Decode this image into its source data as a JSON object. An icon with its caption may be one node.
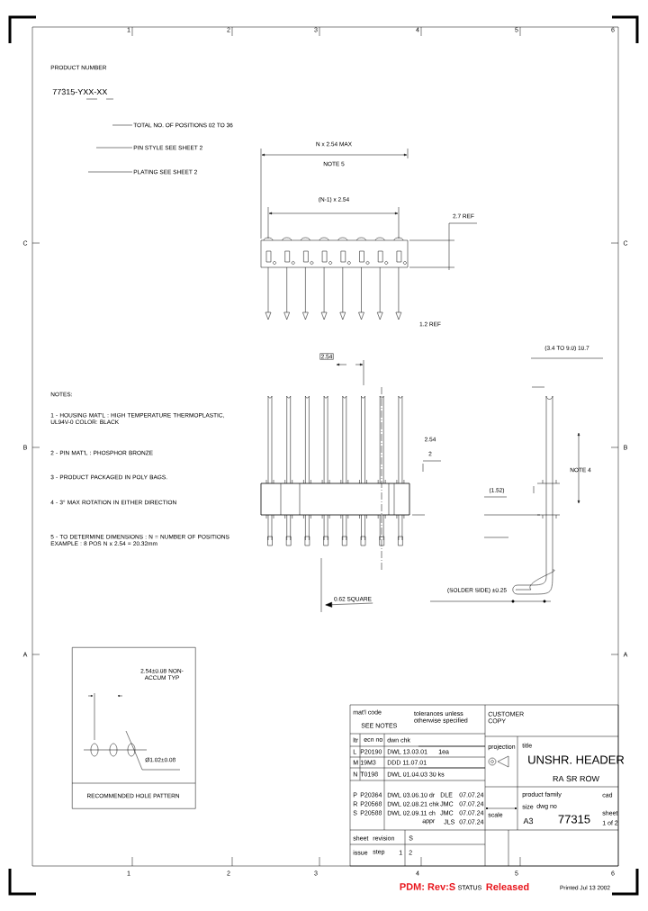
{
  "diagram": {
    "nodes": [
      {
        "text": [
          "2.54±0.08 NON-ACCUM TYP",
          "Ø1.02±0.08",
          "RECOMMENDED HOLE PATTERN"
        ]
      },
      {
        "text": [
          "TOTAL NO. OF POSITIONS 02 TO 36"
        ]
      },
      {
        "text": [
          "PIN STYLE SEE SHEET 2"
        ]
      },
      {
        "text": [
          "PLATING SEE SHEET 2"
        ]
      },
      {
        "text": [
          "0.62 SQUARE"
        ]
      }
    ],
    "edges": [
      {
        "from": 1,
        "to": null,
        "arrow": "none"
      },
      {
        "from": 2,
        "to": null,
        "arrow": "none"
      },
      {
        "from": 3,
        "to": null,
        "arrow": "none"
      },
      {
        "from": 4,
        "to": null,
        "arrow": "to"
      }
    ],
    "labels": [
      "PRODUCT NUMBER",
      "77315-YXX-XX",
      "N x 2.54 MAX",
      "NOTE 5",
      "(N-1) x 2.54",
      "2.7 REF",
      "1.2 REF",
      "2.54",
      "(3.4 TO 9.0) 10.7",
      "NOTES:",
      "1 - HOUSING MAT'L : HIGH TEMPERATURE THERMOPLASTIC, UL94V-0 COLOR: BLACK",
      "2 - PIN MAT'L : PHOSPHOR BRONZE",
      "3 - PRODUCT PACKAGED IN POLY BAGS.",
      "4 - 3° MAX ROTATION IN EITHER DIRECTION",
      "5 - TO DETERMINE DIMENSIONS : N = NUMBER OF POSITIONS EXAMPLE : 8 POS N x 2.54 = 20.32mm",
      "2.54",
      "2",
      "NOTE 4",
      "(1.52)",
      "(SOLDER SIDE) ±0.25",
      "mat'l code",
      "SEE NOTES",
      "tolerances unless otherwise specified",
      "CUSTOMER COPY",
      "ltr",
      "ecn no",
      "dwn chk",
      "L",
      "P20190",
      "DWL 13.03.01",
      "1ea",
      "M",
      "19M3",
      "DDD 11.07.01",
      "N",
      "T0198",
      "DWL 01.04.03 30 ks",
      "P",
      "P20364",
      "DWL 03.06.10 dr",
      "DLE",
      "07.07.24",
      "R",
      "P20568",
      "DWL 02.08.21 chk",
      "JMC",
      "07.07.24",
      "S",
      "P20588",
      "DWL 02.09.11 ch",
      "JMC",
      "07.07.24",
      "appr",
      "JLS",
      "07.07.24",
      "sheet",
      "revision",
      "S",
      "issue",
      "step",
      "1",
      "2",
      "projection",
      "title",
      "UNSHR. HEADER",
      "RA SR ROW",
      "product family",
      "cad",
      "size",
      "dwg no",
      "scale",
      "A3",
      "77315",
      "sheet",
      "1 of 2",
      "PDM: Rev:S",
      "STATUS",
      "Released",
      "Printed Jul 13 2002",
      "1",
      "2",
      "3",
      "4",
      "5",
      "6",
      "1",
      "2",
      "3",
      "4",
      "5",
      "6",
      "C",
      "B",
      "A",
      "C",
      "B",
      "A"
    ]
  }
}
